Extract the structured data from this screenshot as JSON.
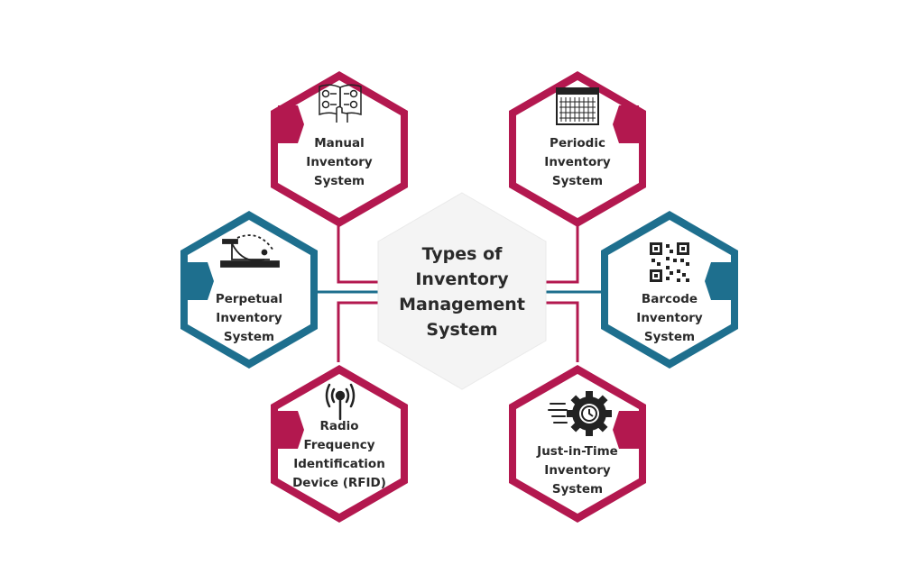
{
  "center": {
    "title_lines": [
      "Types of",
      "Inventory",
      "Management",
      "System"
    ]
  },
  "nodes": [
    {
      "id": "manual",
      "lines": [
        "Manual",
        "Inventory",
        "System"
      ],
      "icon": "manual-book-icon",
      "color": "#b3184f"
    },
    {
      "id": "periodic",
      "lines": [
        "Periodic",
        "Inventory",
        "System"
      ],
      "icon": "calendar-grid-icon",
      "color": "#b3184f"
    },
    {
      "id": "perpetual",
      "lines": [
        "Perpetual",
        "Inventory",
        "System"
      ],
      "icon": "scale-icon",
      "color": "#1e6f8e"
    },
    {
      "id": "barcode",
      "lines": [
        "Barcode",
        "Inventory",
        "System"
      ],
      "icon": "qr-code-icon",
      "color": "#1e6f8e"
    },
    {
      "id": "rfid",
      "lines": [
        "Radio",
        "Frequency",
        "Identification",
        "Device (RFID)"
      ],
      "icon": "antenna-icon",
      "color": "#b3184f"
    },
    {
      "id": "jit",
      "lines": [
        "Just-in-Time",
        "Inventory",
        "System"
      ],
      "icon": "fast-clock-gear-icon",
      "color": "#b3184f"
    }
  ],
  "colors": {
    "magenta": "#b3184f",
    "teal": "#1e6f8e",
    "center_fill": "#f4f4f4",
    "text": "#2a2a2a"
  }
}
